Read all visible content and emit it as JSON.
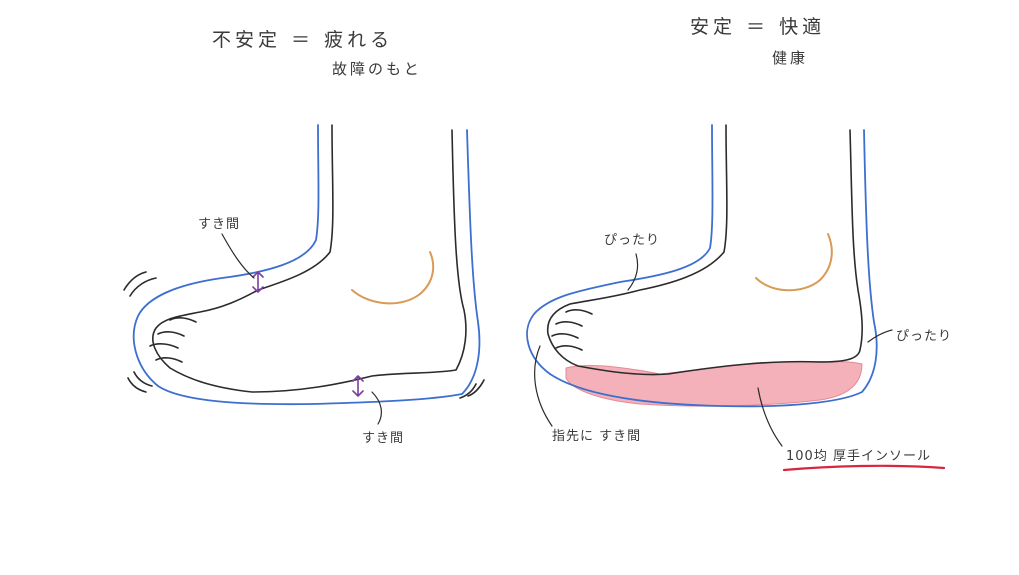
{
  "headings": {
    "left_title": "不安定 ＝ 疲れる",
    "left_subtitle": "故障のもと",
    "right_title": "安定 ＝ 快適",
    "right_subtitle": "健康"
  },
  "labels": {
    "left_gap_top": "すき間",
    "left_gap_bottom": "すき間",
    "right_fit_top": "ぴったり",
    "right_fit_heel": "ぴったり",
    "right_toe_gap": "指先に すき間",
    "insole": "100均 厚手インソール"
  },
  "colors": {
    "foot_outline": "#2b2b2b",
    "shoe_outline": "#3c6fd0",
    "ankle_bone": "#d99a55",
    "gap_arrow": "#7b3fa0",
    "insole_fill": "#f2a3ad",
    "insole_underline": "#d9263f"
  }
}
